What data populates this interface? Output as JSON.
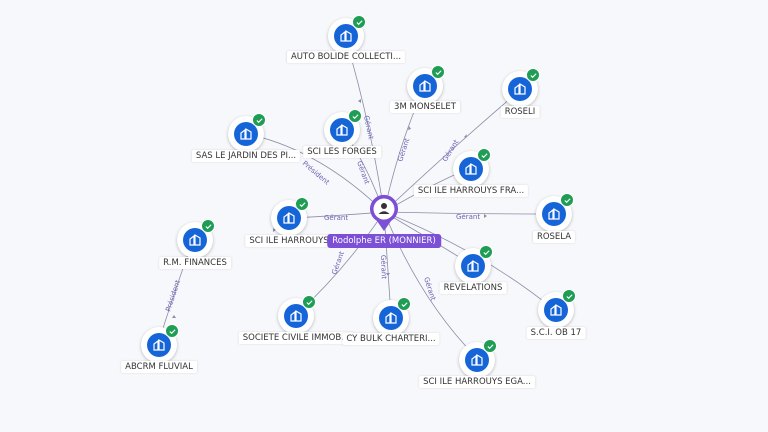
{
  "center": {
    "name": "Rodolphe ER (MONNIER)",
    "icon": "person-icon"
  },
  "node_icon": "company-icon",
  "verified_icon": "check-icon",
  "colors": {
    "node": "#1565d8",
    "center": "#7b4fd6",
    "verified": "#1f9d55",
    "edge": "#8a8fa8",
    "edge_label": "#6b63b5"
  },
  "nodes": [
    {
      "id": "auto-bolide",
      "label": "AUTO BOLIDE COLLECTI..."
    },
    {
      "id": "3m-monselet",
      "label": "3M MONSELET"
    },
    {
      "id": "roseli",
      "label": "ROSELI"
    },
    {
      "id": "sci-les-forges",
      "label": "SCI LES FORGES"
    },
    {
      "id": "sas-le-jardin",
      "label": "SAS LE JARDIN DES PI..."
    },
    {
      "id": "sci-ile-harrouys-fra",
      "label": "SCI ILE HARROUYS FRA..."
    },
    {
      "id": "rosela",
      "label": "ROSELA"
    },
    {
      "id": "sci-ile-harrouys",
      "label": "SCI ILE HARROUYS"
    },
    {
      "id": "rm-finances",
      "label": "R.M. FINANCES"
    },
    {
      "id": "revelations",
      "label": "REVELATIONS"
    },
    {
      "id": "sci-ob17",
      "label": "S.C.I. OB 17"
    },
    {
      "id": "societe-civile",
      "label": "SOCIETE CIVILE IMMOB..."
    },
    {
      "id": "bulk-charteri",
      "label": "CY BULK CHARTERI..."
    },
    {
      "id": "sci-harrouys-ega",
      "label": "SCI ILE HARROUYS EGA..."
    },
    {
      "id": "abcrm-fluvial",
      "label": "ABCRM FLUVIAL"
    }
  ],
  "edges": [
    {
      "id": "e-auto",
      "label": "Gérant"
    },
    {
      "id": "e-3m",
      "label": "Gérant"
    },
    {
      "id": "e-roseli",
      "label": "Gérant"
    },
    {
      "id": "e-forges",
      "label": "Gérant"
    },
    {
      "id": "e-jardin",
      "label": "Président"
    },
    {
      "id": "e-rosela",
      "label": "Gérant"
    },
    {
      "id": "e-harrouys",
      "label": "Gérant"
    },
    {
      "id": "e-societe",
      "label": "Gérant"
    },
    {
      "id": "e-bulk",
      "label": "Gérant"
    },
    {
      "id": "e-ega",
      "label": "Gérant"
    },
    {
      "id": "e-abcrm",
      "label": "Président"
    }
  ]
}
